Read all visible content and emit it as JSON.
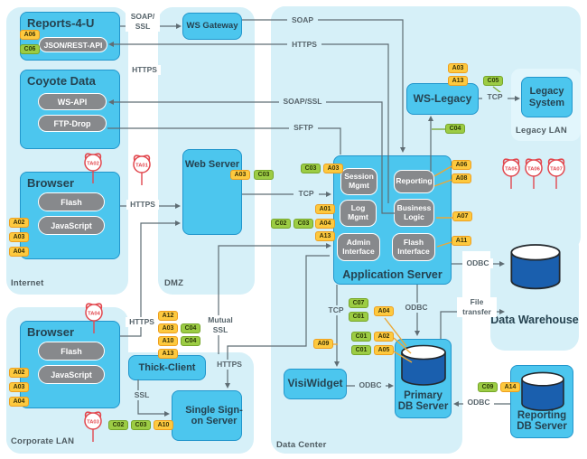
{
  "zones": {
    "internet": "Internet",
    "dmz": "DMZ",
    "corporate_lan": "Corporate LAN",
    "data_center": "Data Center",
    "legacy_lan": "Legacy LAN"
  },
  "nodes": {
    "reports": {
      "title": "Reports-4-U",
      "api_pill": "JSON/REST-API"
    },
    "ws_gateway": {
      "title": "WS Gateway"
    },
    "coyote": {
      "title": "Coyote Data",
      "ws_api_pill": "WS-API",
      "ftp_pill": "FTP-Drop"
    },
    "internet_browser": {
      "title": "Browser",
      "flash_pill": "Flash",
      "js_pill": "JavaScript"
    },
    "web_server": {
      "title": "Web Server"
    },
    "app_server": {
      "title": "Application Server",
      "session": "Session Mgmt",
      "reporting": "Reporting",
      "log": "Log Mgmt",
      "business": "Business Logic",
      "admin": "Admin Interface",
      "flash": "Flash Interface"
    },
    "ws_legacy": {
      "title": "WS-Legacy"
    },
    "legacy_system": {
      "title": "Legacy System"
    },
    "corporate_browser": {
      "title": "Browser",
      "flash_pill": "Flash",
      "js_pill": "JavaScript"
    },
    "thick_client": {
      "title": "Thick-Client"
    },
    "sso_server": {
      "title": "Single Sign-on Server"
    },
    "visiwidget": {
      "title": "VisiWidget"
    },
    "primary_db": {
      "title": "Primary DB Server"
    },
    "reporting_db": {
      "title": "Reporting DB Server"
    },
    "data_warehouse": {
      "title": "Data Warehouse"
    }
  },
  "edge_labels": {
    "soap_ssl_stacked": "SOAP/\nSSL",
    "soap": "SOAP",
    "https": "HTTPS",
    "soap_ssl": "SOAP/SSL",
    "sftp": "SFTP",
    "tcp": "TCP",
    "mutual_ssl": "Mutual\nSSL",
    "ssl": "SSL",
    "odbc": "ODBC",
    "file_transfer": "File\ntransfer"
  },
  "badge": {
    "A01": "A01",
    "A02": "A02",
    "A03": "A03",
    "A04": "A04",
    "A05": "A05",
    "A06": "A06",
    "A07": "A07",
    "A08": "A08",
    "A09": "A09",
    "A10": "A10",
    "A11": "A11",
    "A12": "A12",
    "A13": "A13",
    "A14": "A14",
    "C01": "C01",
    "C02": "C02",
    "C03": "C03",
    "C04": "C04",
    "C05": "C05",
    "C06": "C06",
    "C07": "C07",
    "C09": "C09"
  },
  "threat_agents": {
    "ta01": "TA01",
    "ta02": "TA02",
    "ta03": "TA03",
    "ta04": "TA04",
    "ta05": "TA05",
    "ta06": "TA06",
    "ta07": "TA07"
  },
  "colors": {
    "zone_fill": "#d6f0f8",
    "node_fill": "#4cc6ee",
    "node_border": "#2196cc",
    "component_gray": "#87898c",
    "risk_badge_fill": "#fdc93e",
    "control_badge_fill": "#9ccc44",
    "threat_red": "#e2484f",
    "connector_gray": "#5f6d74",
    "db_cylinder_blue": "#1a5fae"
  }
}
